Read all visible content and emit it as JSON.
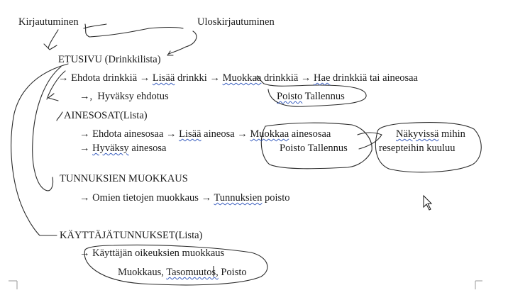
{
  "top": {
    "login": "Kirjautuminen",
    "logout": "Uloskirjautuminen"
  },
  "etusivu": {
    "heading": "ETUSIVU (Drinkkilista)",
    "row1": {
      "arrow1": "→",
      "a": "Ehdota drinkkiä",
      "arrow2": "→",
      "b": "Lisää",
      "b_rest": "drinkki",
      "arrow3": "→",
      "c": "Muokkaa",
      "c_rest": "drinkkiä",
      "arrow4": "→",
      "d": "Hae",
      "d_rest": "drinkkiä tai aineosaa"
    },
    "row2": {
      "arrow": "→,",
      "a": "Hyväksy ehdotus"
    },
    "bubble": {
      "a": "Poisto",
      "b": "Tallennus"
    }
  },
  "aineosat": {
    "heading": "AINESOSAT(Lista)",
    "row1": {
      "arrow1": "→",
      "a": "Ehdota ainesosaa",
      "arrow2": "→",
      "b": "Lisää",
      "b_rest": "aineosa",
      "arrow3": "→",
      "c": "Muokkaa",
      "c_rest": "ainesosaa"
    },
    "row2": {
      "arrow": "→",
      "a": "Hyväksy",
      "a_rest": "ainesosa"
    },
    "bubble": {
      "a": "Poisto",
      "b": "Tallennus"
    },
    "note": {
      "a": "Näkyvissä",
      "a_rest": "mihin",
      "b": "resepteihin kuuluu"
    }
  },
  "tunnukset": {
    "heading": "TUNNUKSIEN MUOKKAUS",
    "row1": {
      "arrow1": "→",
      "a": "Omien tietojen muokkaus",
      "arrow2": "→",
      "b": "Tunnuksien",
      "b_rest": "poisto"
    }
  },
  "kayttajat": {
    "heading": "KÄYTTÄJÄTUNNUKSET(Lista)",
    "row1": {
      "arrow": "→",
      "a": "Käyttäjän oikeuksien muokkaus"
    },
    "row2": {
      "a": "Muokkaus,",
      "b": "Tasomuutos,",
      "c": "Poisto"
    }
  },
  "colors": {
    "ink": "#2b2b2b",
    "text": "#1a1a1a",
    "spellcheck": "#3a5fc0"
  }
}
